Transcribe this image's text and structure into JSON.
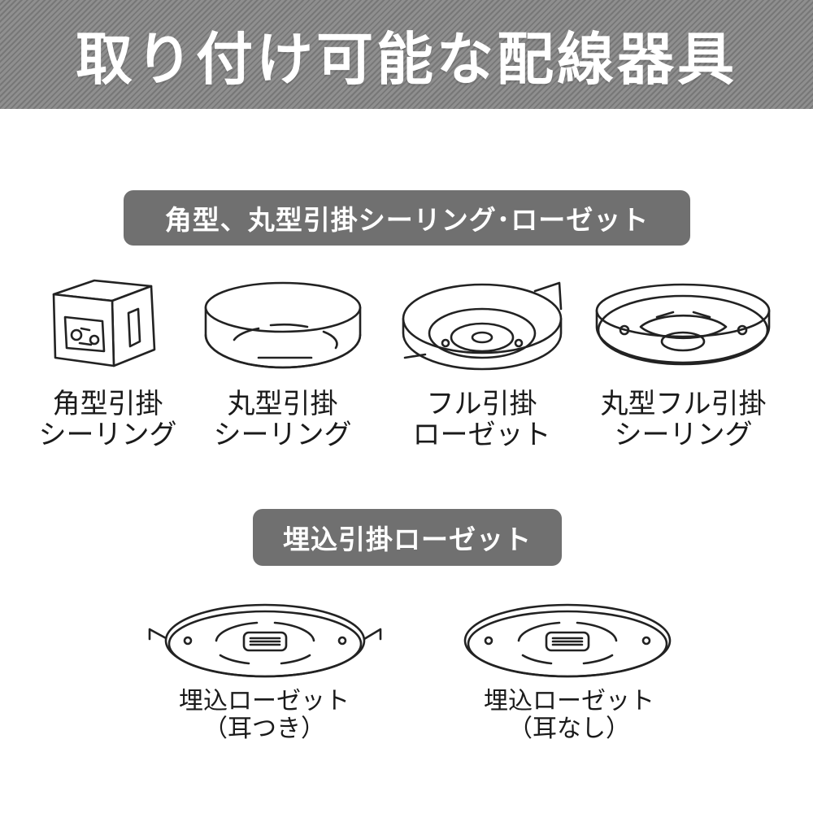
{
  "header": {
    "title": "取り付け可能な配線器具"
  },
  "sections": [
    {
      "title": "角型、丸型引掛シーリング･ローゼット",
      "items": [
        {
          "line1": "角型引掛",
          "line2": "シーリング"
        },
        {
          "line1": "丸型引掛",
          "line2": "シーリング"
        },
        {
          "line1": "フル引掛",
          "line2": "ローゼット"
        },
        {
          "line1": "丸型フル引掛",
          "line2": "シーリング"
        }
      ]
    },
    {
      "title": "埋込引掛ローゼット",
      "items": [
        {
          "line1": "埋込ローゼット",
          "line2": "（耳つき）"
        },
        {
          "line1": "埋込ローゼット",
          "line2": "（耳なし）"
        }
      ]
    }
  ],
  "colors": {
    "header_bg": "#8d8d8d",
    "pill_bg": "#707070",
    "text": "#1a1a1a"
  }
}
